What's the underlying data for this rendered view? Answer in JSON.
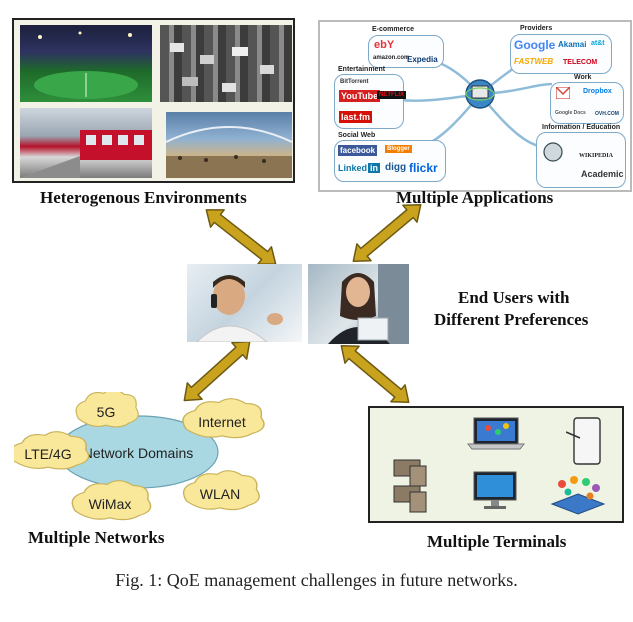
{
  "labels": {
    "environments": "Heterogenous Environments",
    "applications": "Multiple Applications",
    "users_line1": "End Users with",
    "users_line2": "Different Preferences",
    "networks": "Multiple Networks",
    "terminals": "Multiple Terminals"
  },
  "applications": {
    "ecommerce": {
      "title": "E-commerce",
      "logos": [
        "ebY",
        "amazon.com",
        "Expedia"
      ]
    },
    "entertainment": {
      "title": "Entertainment",
      "logos": [
        "BitTorrent",
        "YouTube",
        "NETFLIX",
        "last.fm"
      ]
    },
    "social_web": {
      "title": "Social Web",
      "logos": [
        "facebook",
        "Blogger",
        "Linked",
        "in",
        "digg",
        "flickr"
      ]
    },
    "providers": {
      "title": "Providers",
      "logos": [
        "Google",
        "Akamai",
        "FASTWEB",
        "at&t",
        "TELECOM"
      ]
    },
    "work": {
      "title": "Work",
      "logos": [
        "Dropbox",
        "Google Docs",
        "OVH.COM"
      ]
    },
    "information_education": {
      "title": "Information / Education",
      "logos": [
        "WIKIPEDIA",
        "Academic"
      ]
    }
  },
  "networks": {
    "center": "Network Domains",
    "clouds": [
      "5G",
      "Internet",
      "LTE/4G",
      "WiMax",
      "WLAN"
    ]
  },
  "caption": "Fig. 1: QoE management challenges in future networks.",
  "colors": {
    "arrow_fill": "#c9a21e",
    "arrow_stroke": "#6d5a12",
    "cloud_fill": "#f9e79a",
    "ellipse_fill": "#a9d8e3",
    "terminal_panel": "#eef3e3"
  }
}
